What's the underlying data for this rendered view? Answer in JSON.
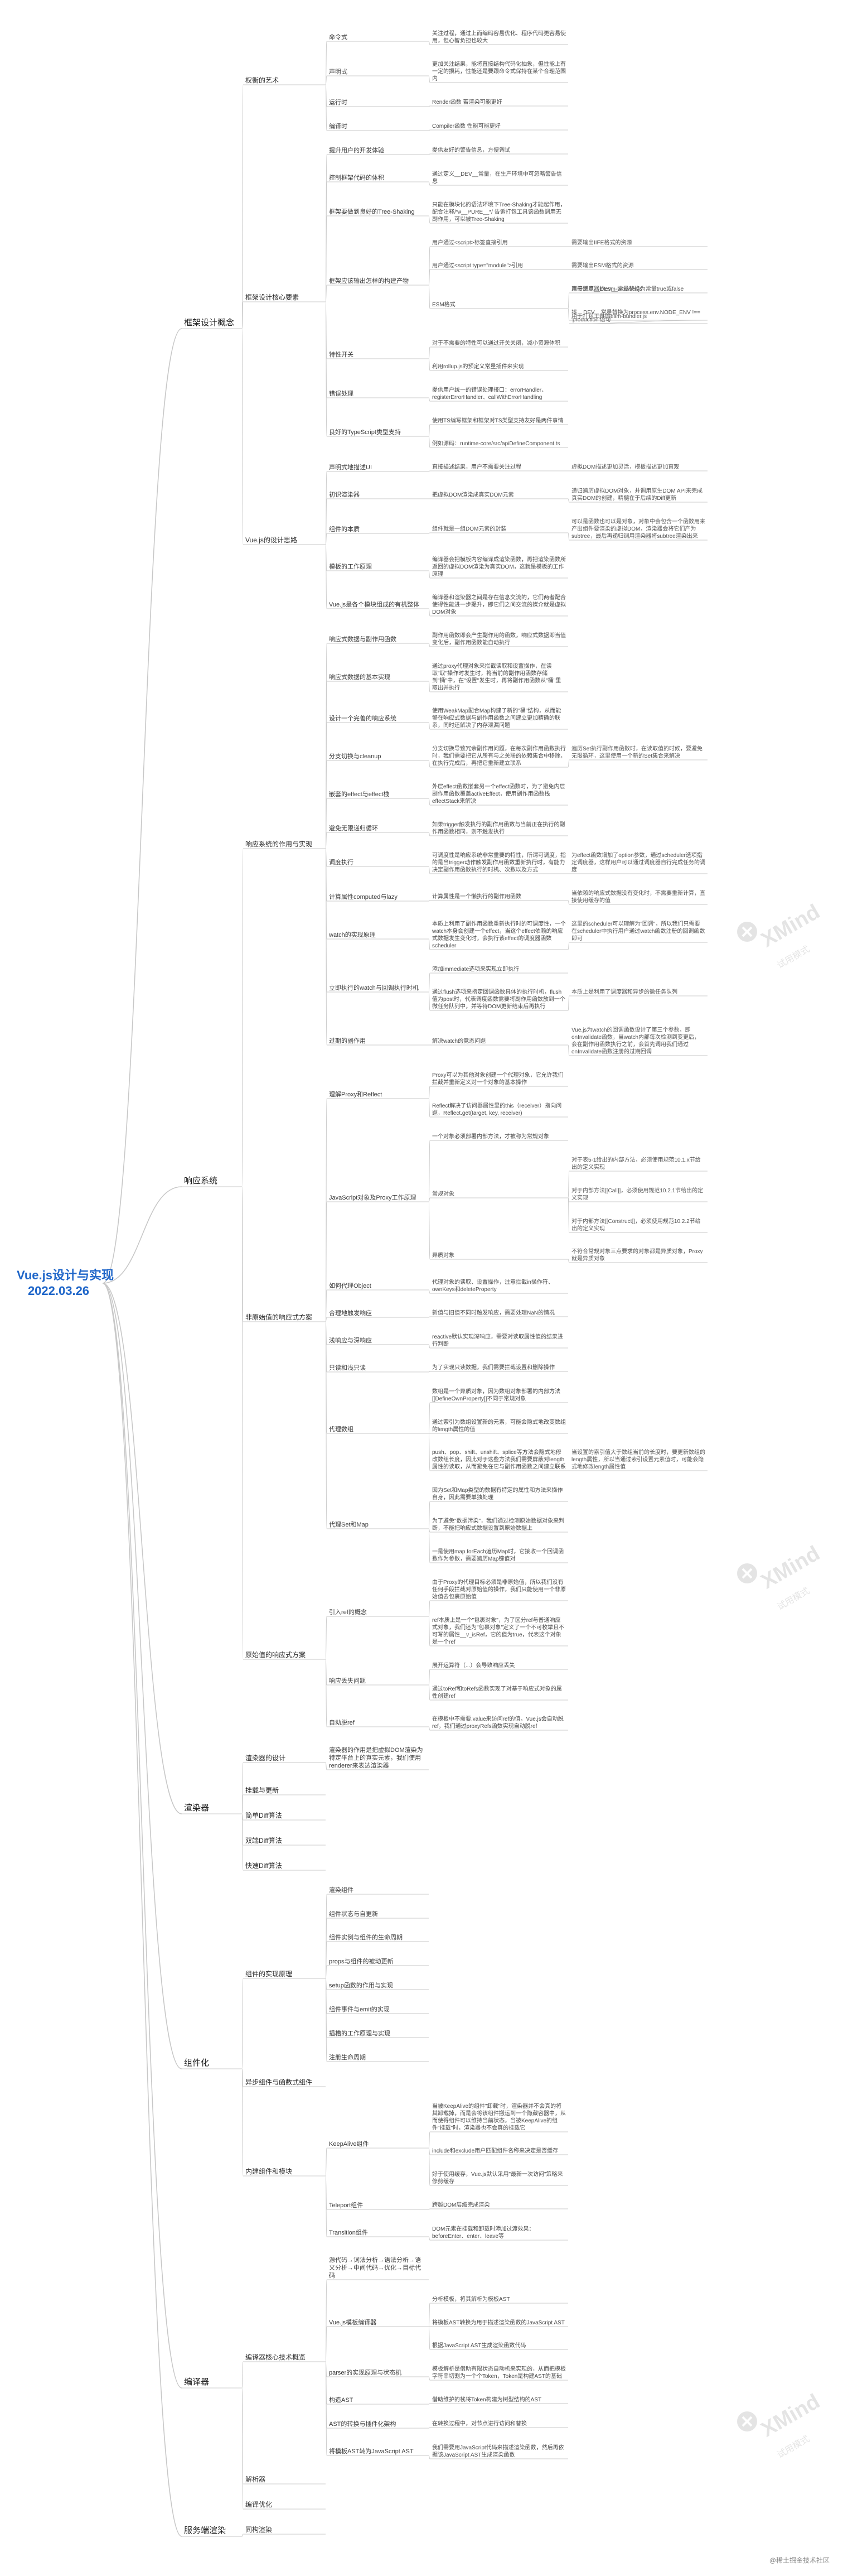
{
  "root": "Vue.js设计与实现\n2022.03.26",
  "footer_text": "@稀土掘金技术社区",
  "watermark": {
    "brand": "XMind",
    "sub": "试用模式"
  },
  "colors": {
    "line": "#c8c8c8",
    "root": "#1f66c9"
  },
  "nodes": [
    {
      "id": "n1",
      "parent": "root",
      "text": "框架设计概念"
    },
    {
      "id": "n2",
      "parent": "n1",
      "text": "权衡的艺术"
    },
    {
      "id": "n3",
      "parent": "n2",
      "text": "命令式"
    },
    {
      "id": "n4",
      "parent": "n3",
      "text": "关注过程，通过上而编码容易优化、程序代码更容易使用，但心智负担也较大"
    },
    {
      "id": "n5",
      "parent": "n2",
      "text": "声明式"
    },
    {
      "id": "n6",
      "parent": "n5",
      "text": "更加关注结果，能将直接结构代码化抽象，但性能上有一定的损耗，性能还是要跟命令式保持在某个合理范围内"
    },
    {
      "id": "n7",
      "parent": "n2",
      "text": "运行时"
    },
    {
      "id": "n8",
      "parent": "n7",
      "text": "Render函数    若渲染可能更好"
    },
    {
      "id": "n9",
      "parent": "n2",
      "text": "编译时"
    },
    {
      "id": "n10",
      "parent": "n9",
      "text": "Compiler函数    性能可能更好"
    },
    {
      "id": "n11",
      "parent": "n1",
      "text": "框架设计核心要素"
    },
    {
      "id": "n12",
      "parent": "n11",
      "text": "提升用户的开发体验"
    },
    {
      "id": "n13",
      "parent": "n12",
      "text": "提供友好的警告信息，方便调试"
    },
    {
      "id": "n14",
      "parent": "n11",
      "text": "控制框架代码的体积"
    },
    {
      "id": "n15",
      "parent": "n14",
      "text": "通过定义__DEV__常量，在生产环境中可忽略警告信息"
    },
    {
      "id": "n16",
      "parent": "n11",
      "text": "框架要做到良好的Tree-Shaking"
    },
    {
      "id": "n17",
      "parent": "n16",
      "text": "只能在模块化的语法环境下Tree-Shaking才能起作用，配合注释/*#__PURE__*/ 告诉打包工具该函数调用无副作用，可以被Tree-Shaking"
    },
    {
      "id": "n18",
      "parent": "n11",
      "text": "框架应该输出怎样的构建产物"
    },
    {
      "id": "n19",
      "parent": "n18",
      "text": "用户通过<script>标签直接引用"
    },
    {
      "id": "n20",
      "parent": "n19",
      "text": "需要输出IIFE格式的资源"
    },
    {
      "id": "n21",
      "parent": "n18",
      "text": "用户通过<script type=\"module\">引用"
    },
    {
      "id": "n22",
      "parent": "n21",
      "text": "需要输出ESM格式的资源"
    },
    {
      "id": "n23",
      "parent": "n18",
      "text": "ESM格式"
    },
    {
      "id": "n24",
      "parent": "n23",
      "text": "用于浏览器的esm-browser.js"
    },
    {
      "id": "n25",
      "parent": "n24",
      "text": "直接使用__DEV__常量替换为常量true或false"
    },
    {
      "id": "n26",
      "parent": "n23",
      "text": "用于打包工具的esm-bundler.js"
    },
    {
      "id": "n27",
      "parent": "n26",
      "text": "将__DEV__常量替换为process.env.NODE_ENV !== 'production'语句"
    },
    {
      "id": "n28",
      "parent": "n11",
      "text": "特性开关"
    },
    {
      "id": "n29",
      "parent": "n28",
      "text": "对于不需要的特性可以通过开关关闭，减小资源体积"
    },
    {
      "id": "n30",
      "parent": "n28",
      "text": "利用rollup.js的预定义常量插件来实现"
    },
    {
      "id": "n31",
      "parent": "n11",
      "text": "错误处理"
    },
    {
      "id": "n32",
      "parent": "n31",
      "text": "提供用户统一的错误处理接口：errorHandler、registerErrorHandler、callWithErrorHandling"
    },
    {
      "id": "n33",
      "parent": "n11",
      "text": "良好的TypeScript类型支持"
    },
    {
      "id": "n34",
      "parent": "n33",
      "text": "使用TS编写框架和框架对TS类型支持友好是两件事情"
    },
    {
      "id": "n35",
      "parent": "n33",
      "text": "例如源码：runtime-core/src/apiDefineComponent.ts"
    },
    {
      "id": "n36",
      "parent": "n1",
      "text": "Vue.js的设计思路"
    },
    {
      "id": "n37",
      "parent": "n36",
      "text": "声明式地描述UI"
    },
    {
      "id": "n38",
      "parent": "n37",
      "text": "直接描述结果，用户不需要关注过程"
    },
    {
      "id": "n39",
      "parent": "n38",
      "text": "虚拟DOM描述更加灵活，模板描述更加直观"
    },
    {
      "id": "n40",
      "parent": "n36",
      "text": "初识渲染器"
    },
    {
      "id": "n41",
      "parent": "n40",
      "text": "把虚拟DOM渲染成真实DOM元素"
    },
    {
      "id": "n42",
      "parent": "n41",
      "text": "递归遍历虚拟DOM对象，并调用原生DOM API来完成真实DOM的创建，精髓在于后续的Diff更新"
    },
    {
      "id": "n43",
      "parent": "n36",
      "text": "组件的本质"
    },
    {
      "id": "n44",
      "parent": "n43",
      "text": "组件就是一组DOM元素的封装"
    },
    {
      "id": "n45",
      "parent": "n44",
      "text": "可以是函数也可以是对象，对象中会包含一个函数用来产出组件要渲染的虚拟DOM，渲染器会将它们产为subtree，最后再递归调用渲染器将subtree渲染出来"
    },
    {
      "id": "n46",
      "parent": "n36",
      "text": "模板的工作原理"
    },
    {
      "id": "n47",
      "parent": "n46",
      "text": "编译器会把模板内容编译成渲染函数，再把渲染函数所返回的虚拟DOM渲染为真实DOM，这就是模板的工作原理"
    },
    {
      "id": "n48",
      "parent": "n36",
      "text": "Vue.js是各个模块组成的有机整体"
    },
    {
      "id": "n49",
      "parent": "n48",
      "text": "编译器和渲染器之间是存在信息交流的，它们两者配合使得性能进一步提升，即它们之间交流的媒介就是虚拟DOM对象"
    },
    {
      "id": "n50",
      "parent": "root",
      "text": "响应系统"
    },
    {
      "id": "n51",
      "parent": "n50",
      "text": "响应系统的作用与实现"
    },
    {
      "id": "n52",
      "parent": "n51",
      "text": "响应式数据与副作用函数"
    },
    {
      "id": "n53",
      "parent": "n52",
      "text": "副作用函数即会产生副作用的函数，响应式数据即当值变化后，副作用函数能自动执行"
    },
    {
      "id": "n54",
      "parent": "n51",
      "text": "响应式数据的基本实现"
    },
    {
      "id": "n55",
      "parent": "n54",
      "text": "通过proxy代理对象来拦截读取和设置操作，在读取\"取\"操作时发生时，将当前的副作用函数存储到\"桶\"中，在\"设置\"发生时，再将副作用函数从\"桶\"里取出并执行"
    },
    {
      "id": "n56",
      "parent": "n51",
      "text": "设计一个完善的响应系统"
    },
    {
      "id": "n57",
      "parent": "n56",
      "text": "使用WeakMap配合Map构建了新的\"桶\"结构，从而能够在响应式数据与副作用函数之间建立更加精确的联系，同时还解决了内存泄漏问题"
    },
    {
      "id": "n58",
      "parent": "n51",
      "text": "分支切换与cleanup"
    },
    {
      "id": "n59",
      "parent": "n58",
      "text": "分支切换导致冗余副作用问题，在每次副作用函数执行时，我们需要把它从所有与之关联的依赖集合中移除，在执行完成后，再把它重新建立联系"
    },
    {
      "id": "n60",
      "parent": "n59",
      "text": "遍历Set执行副作用函数时，在读取值的时候，要避免无限循环，这里使用一个新的Set集合来解决"
    },
    {
      "id": "n61",
      "parent": "n51",
      "text": "嵌套的effect与effect栈"
    },
    {
      "id": "n62",
      "parent": "n61",
      "text": "外层effect函数嵌套另一个effect函数时，为了避免内层副作用函数覆盖activeEffect，使用副作用函数栈effectStack来解决"
    },
    {
      "id": "n63",
      "parent": "n51",
      "text": "避免无限递归循环"
    },
    {
      "id": "n64",
      "parent": "n63",
      "text": "如果trigger触发执行的副作用函数与当前正在执行的副作用函数相同，则不触发执行"
    },
    {
      "id": "n65",
      "parent": "n51",
      "text": "调度执行"
    },
    {
      "id": "n66",
      "parent": "n65",
      "text": "可调度性是响应系统非常重要的特性，所谓可调度，指的是当trigger动作触发副作用函数重新执行时，有能力决定副作用函数执行的时机、次数以及方式"
    },
    {
      "id": "n67",
      "parent": "n66",
      "text": "为effect函数增加了option参数，通过scheduler选项指定调度器，这样用户可以通过调度器自行完成任务的调度"
    },
    {
      "id": "n68",
      "parent": "n51",
      "text": "计算属性computed与lazy"
    },
    {
      "id": "n69",
      "parent": "n68",
      "text": "计算属性是一个懒执行的副作用函数"
    },
    {
      "id": "n70",
      "parent": "n69",
      "text": "当依赖的响应式数据没有变化时，不需要重新计算，直接使用缓存的值"
    },
    {
      "id": "n71",
      "parent": "n51",
      "text": "watch的实现原理"
    },
    {
      "id": "n72",
      "parent": "n71",
      "text": "本质上利用了副作用函数重新执行时的可调度性，一个watch本身会创建一个effect，当这个effect依赖的响应式数据发生变化时，会执行该effect的调度器函数scheduler"
    },
    {
      "id": "n73",
      "parent": "n72",
      "text": "这里的scheduler可以理解为\"回调\"，所以我们只需要在scheduler中执行用户通过watch函数注册的回调函数即可"
    },
    {
      "id": "n74",
      "parent": "n51",
      "text": "立即执行的watch与回调执行时机"
    },
    {
      "id": "n75",
      "parent": "n74",
      "text": "添加immediate选项来实现立即执行"
    },
    {
      "id": "n76",
      "parent": "n74",
      "text": "通过flush选项来指定回调函数具体的执行时机，flush值为post时，代表调度函数需要将副作用函数放到一个微任务队列中，并等待DOM更新结束后再执行"
    },
    {
      "id": "n77",
      "parent": "n76",
      "text": "本质上是利用了调度器和异步的微任务队列"
    },
    {
      "id": "n78",
      "parent": "n51",
      "text": "过期的副作用"
    },
    {
      "id": "n79",
      "parent": "n78",
      "text": "解决watch的竞态问题"
    },
    {
      "id": "n80",
      "parent": "n79",
      "text": "Vue.js为watch的回调函数设计了第三个参数，即onInvalidate函数，当watch内部每次检测到变更后，会在副作用函数执行之前，会首先调用我们通过onInvalidate函数注册的过期回调"
    },
    {
      "id": "n81",
      "parent": "n50",
      "text": "非原始值的响应式方案"
    },
    {
      "id": "n82",
      "parent": "n81",
      "text": "理解Proxy和Reflect"
    },
    {
      "id": "n83",
      "parent": "n82",
      "text": "Proxy可以为其他对象创建一个代理对象，它允许我们拦截并重新定义对一个对象的基本操作"
    },
    {
      "id": "n84",
      "parent": "n82",
      "text": "Reflect解决了访问器属性里的this（receiver）指向问题，Reflect.get(target, key, receiver)"
    },
    {
      "id": "n85",
      "parent": "n81",
      "text": "JavaScript对象及Proxy工作原理"
    },
    {
      "id": "n86",
      "parent": "n85",
      "text": "一个对象必须部署内部方法，才被称为常规对象"
    },
    {
      "id": "n87",
      "parent": "n85",
      "text": "常规对象"
    },
    {
      "id": "n88",
      "parent": "n87",
      "text": "对于表5-1给出的内部方法，必须使用规范10.1.x节给出的定义实现"
    },
    {
      "id": "n89",
      "parent": "n87",
      "text": "对于内部方法[[Call]]，必须使用规范10.2.1节给出的定义实现"
    },
    {
      "id": "n90",
      "parent": "n87",
      "text": "对于内部方法[[Construct]]，必须使用规范10.2.2节给出的定义实现"
    },
    {
      "id": "n91",
      "parent": "n85",
      "text": "异质对象"
    },
    {
      "id": "n92",
      "parent": "n91",
      "text": "不符合常规对象三点要求的对象都是异质对象，Proxy就是异质对象"
    },
    {
      "id": "n93",
      "parent": "n81",
      "text": "如何代理Object"
    },
    {
      "id": "n94",
      "parent": "n93",
      "text": "代理对象的读取、设置操作，注意拦截in操作符、ownKeys和deleteProperty"
    },
    {
      "id": "n95",
      "parent": "n81",
      "text": "合理地触发响应"
    },
    {
      "id": "n96",
      "parent": "n95",
      "text": "新值与旧值不同时触发响应，需要处理NaN的情况"
    },
    {
      "id": "n97",
      "parent": "n81",
      "text": "浅响应与深响应"
    },
    {
      "id": "n98",
      "parent": "n97",
      "text": "reactive默认实现深响应，需要对读取属性值的结果进行判断"
    },
    {
      "id": "n99",
      "parent": "n81",
      "text": "只读和浅只读"
    },
    {
      "id": "n100",
      "parent": "n99",
      "text": "为了实现只读数据，我们需要拦截设置和删除操作"
    },
    {
      "id": "n101",
      "parent": "n81",
      "text": "代理数组"
    },
    {
      "id": "n102",
      "parent": "n101",
      "text": "数组是一个异质对象，因为数组对象部署的内部方法[[DefineOwnProperty]]不同于常规对象"
    },
    {
      "id": "n103",
      "parent": "n101",
      "text": "通过索引为数组设置新的元素，可能会隐式地改变数组的length属性的值"
    },
    {
      "id": "n104",
      "parent": "n101",
      "text": "push、pop、shift、unshift、splice等方法会隐式地修改数组长度，因此对于这些方法我们需要屏蔽对length属性的读取，从而避免在它与副作用函数之间建立联系"
    },
    {
      "id": "n105",
      "parent": "n104",
      "text": "当设置的索引值大于数组当前的长度时，要更新数组的length属性，所以当通过索引设置元素值时，可能会隐式地修改length属性值"
    },
    {
      "id": "n106",
      "parent": "n81",
      "text": "代理Set和Map"
    },
    {
      "id": "n107",
      "parent": "n106",
      "text": "因为Set和Map类型的数据有特定的属性和方法来操作自身，因此需要单独处理"
    },
    {
      "id": "n108",
      "parent": "n106",
      "text": "为了避免\"数据污染\"，我们通过检测原始数据对象来判断，不能把响应式数据设置到原始数据上"
    },
    {
      "id": "n109",
      "parent": "n106",
      "text": "一是使用map.forEach遍历Map时，它接收一个回调函数作为参数，需要遍历Map键值对"
    },
    {
      "id": "n110",
      "parent": "n50",
      "text": "原始值的响应式方案"
    },
    {
      "id": "n111",
      "parent": "n110",
      "text": "引入ref的概念"
    },
    {
      "id": "n112",
      "parent": "n111",
      "text": "由于Proxy的代理目标必须是非原始值，所以我们没有任何手段拦截对原始值的操作，我们只能使用一个非原始值去包裹原始值"
    },
    {
      "id": "n113",
      "parent": "n111",
      "text": "ref本质上是一个\"包裹对象\"，为了区分ref与普通响应式对象，我们还为\"包裹对象\"定义了一个不可枚举且不可写的属性__v_isRef，它的值为true，代表这个对象是一个ref"
    },
    {
      "id": "n114",
      "parent": "n110",
      "text": "响应丢失问题"
    },
    {
      "id": "n115",
      "parent": "n114",
      "text": "展开运算符（...）会导致响应丢失"
    },
    {
      "id": "n116",
      "parent": "n114",
      "text": "通过toRef和toRefs函数实现了对基于响应式对象的属性创建ref"
    },
    {
      "id": "n117",
      "parent": "n110",
      "text": "自动脱ref"
    },
    {
      "id": "n118",
      "parent": "n117",
      "text": "在模板中不需要.value来访问ref的值，Vue.js会自动脱ref，我们通过proxyRefs函数实现自动脱ref"
    },
    {
      "id": "n119",
      "parent": "root",
      "text": "渲染器"
    },
    {
      "id": "n120",
      "parent": "n119",
      "text": "渲染器的设计"
    },
    {
      "id": "n121",
      "parent": "n120",
      "text": "渲染器的作用是把虚拟DOM渲染为特定平台上的真实元素，我们使用renderer来表达渲染器"
    },
    {
      "id": "n122",
      "parent": "n119",
      "text": "挂载与更新"
    },
    {
      "id": "n123",
      "parent": "n119",
      "text": "简单Diff算法"
    },
    {
      "id": "n124",
      "parent": "n119",
      "text": "双端Diff算法"
    },
    {
      "id": "n125",
      "parent": "n119",
      "text": "快速Diff算法"
    },
    {
      "id": "n126",
      "parent": "root",
      "text": "组件化"
    },
    {
      "id": "n127",
      "parent": "n126",
      "text": "组件的实现原理"
    },
    {
      "id": "n128",
      "parent": "n127",
      "text": "渲染组件"
    },
    {
      "id": "n129",
      "parent": "n127",
      "text": "组件状态与自更新"
    },
    {
      "id": "n130",
      "parent": "n127",
      "text": "组件实例与组件的生命周期"
    },
    {
      "id": "n131",
      "parent": "n127",
      "text": "props与组件的被动更新"
    },
    {
      "id": "n132",
      "parent": "n127",
      "text": "setup函数的作用与实现"
    },
    {
      "id": "n133",
      "parent": "n127",
      "text": "组件事件与emit的实现"
    },
    {
      "id": "n134",
      "parent": "n127",
      "text": "插槽的工作原理与实现"
    },
    {
      "id": "n135",
      "parent": "n127",
      "text": "注册生命周期"
    },
    {
      "id": "n136",
      "parent": "n126",
      "text": "异步组件与函数式组件"
    },
    {
      "id": "n137",
      "parent": "n126",
      "text": "内建组件和模块"
    },
    {
      "id": "n138",
      "parent": "n137",
      "text": "KeepAlive组件"
    },
    {
      "id": "n139",
      "parent": "n138",
      "text": "当被KeepAlive的组件\"卸载\"时，渲染器并不会真的将其卸载掉，而是会将该组件搬运到一个隐藏容器中，从而使得组件可以维持当前状态。当被KeepAlive的组件\"挂载\"时，渲染器也不会真的挂载它"
    },
    {
      "id": "n140",
      "parent": "n138",
      "text": "include和exclude用户匹配组件名称来决定是否缓存"
    },
    {
      "id": "n141",
      "parent": "n138",
      "text": "好于使用缓存，Vue.js默认采用\"最新一次访问\"策略来修剪缓存"
    },
    {
      "id": "n142",
      "parent": "n137",
      "text": "Teleport组件"
    },
    {
      "id": "n143",
      "parent": "n142",
      "text": "跨越DOM层级完成渲染"
    },
    {
      "id": "n144",
      "parent": "n137",
      "text": "Transition组件"
    },
    {
      "id": "n145",
      "parent": "n144",
      "text": "DOM元素在挂载和卸载时添加过渡效果：beforeEnter、enter、leave等"
    },
    {
      "id": "n146",
      "parent": "root",
      "text": "编译器"
    },
    {
      "id": "n147",
      "parent": "n146",
      "text": "编译器核心技术概览"
    },
    {
      "id": "n148",
      "parent": "n147",
      "text": "源代码→词法分析→语法分析→语义分析→中间代码→优化→目标代码"
    },
    {
      "id": "n149",
      "parent": "n147",
      "text": "Vue.js模板编译器"
    },
    {
      "id": "n150",
      "parent": "n149",
      "text": "分析模板，将其解析为模板AST"
    },
    {
      "id": "n151",
      "parent": "n149",
      "text": "将模板AST转换为用于描述渲染函数的JavaScript AST"
    },
    {
      "id": "n152",
      "parent": "n149",
      "text": "根据JavaScript AST生成渲染函数代码"
    },
    {
      "id": "n153",
      "parent": "n147",
      "text": "parser的实现原理与状态机"
    },
    {
      "id": "n154",
      "parent": "n153",
      "text": "模板解析是借助有限状态自动机来实现的，从而把模板字符串切割为一个个Token，Token是构建AST的基础"
    },
    {
      "id": "n155",
      "parent": "n147",
      "text": "构造AST"
    },
    {
      "id": "n156",
      "parent": "n155",
      "text": "借助维护的栈将Token构建为树型结构的AST"
    },
    {
      "id": "n157",
      "parent": "n147",
      "text": "AST的转换与插件化架构"
    },
    {
      "id": "n158",
      "parent": "n157",
      "text": "在转换过程中，对节点进行访问和替换"
    },
    {
      "id": "n159",
      "parent": "n147",
      "text": "将模板AST转为JavaScript AST"
    },
    {
      "id": "n160",
      "parent": "n159",
      "text": "我们需要用JavaScript代码来描述渲染函数，然后再依据该JavaScript AST生成渲染函数"
    },
    {
      "id": "n161",
      "parent": "n146",
      "text": "解析器"
    },
    {
      "id": "n162",
      "parent": "n146",
      "text": "编译优化"
    },
    {
      "id": "n163",
      "parent": "root",
      "text": "服务端渲染"
    },
    {
      "id": "n164",
      "parent": "n163",
      "text": "同构渲染"
    }
  ]
}
